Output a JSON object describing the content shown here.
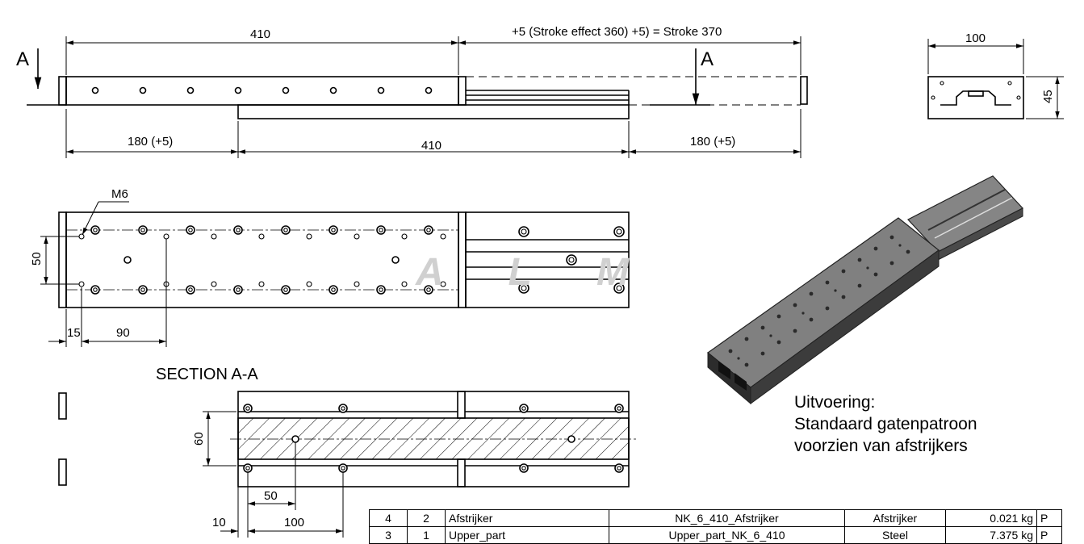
{
  "top_view": {
    "section_marker_left": "A",
    "section_marker_right": "A",
    "dim_length_top": "410",
    "dim_stroke": "+5 (Stroke effect 360) +5)  = Stroke 370",
    "dim_left_overhang": "180 (+5)",
    "dim_base_length": "410",
    "dim_right_overhang": "180 (+5)"
  },
  "end_view": {
    "dim_width": "100",
    "dim_height": "45"
  },
  "plan_view": {
    "thread_label": "M6",
    "dim_hole_spacing": "50",
    "dim_edge_offset": "15",
    "dim_pitch": "90"
  },
  "watermark": "ALM",
  "section": {
    "title": "SECTION A-A",
    "dim_height": "60",
    "dim_offset": "50",
    "dim_edge": "10",
    "dim_spacing": "100"
  },
  "note": {
    "line1": "Uitvoering:",
    "line2": "Standaard gatenpatroon",
    "line3": "voorzien van afstrijkers"
  },
  "bom": {
    "rows": [
      {
        "item": "4",
        "qty": "2",
        "name": "Afstrijker",
        "part": "NK_6_410_Afstrijker",
        "material": "Afstrijker",
        "weight": "0.021 kg",
        "code": "P"
      },
      {
        "item": "3",
        "qty": "1",
        "name": "Upper_part",
        "part": "Upper_part_NK_6_410",
        "material": "Steel",
        "weight": "7.375 kg",
        "code": "P"
      }
    ]
  }
}
